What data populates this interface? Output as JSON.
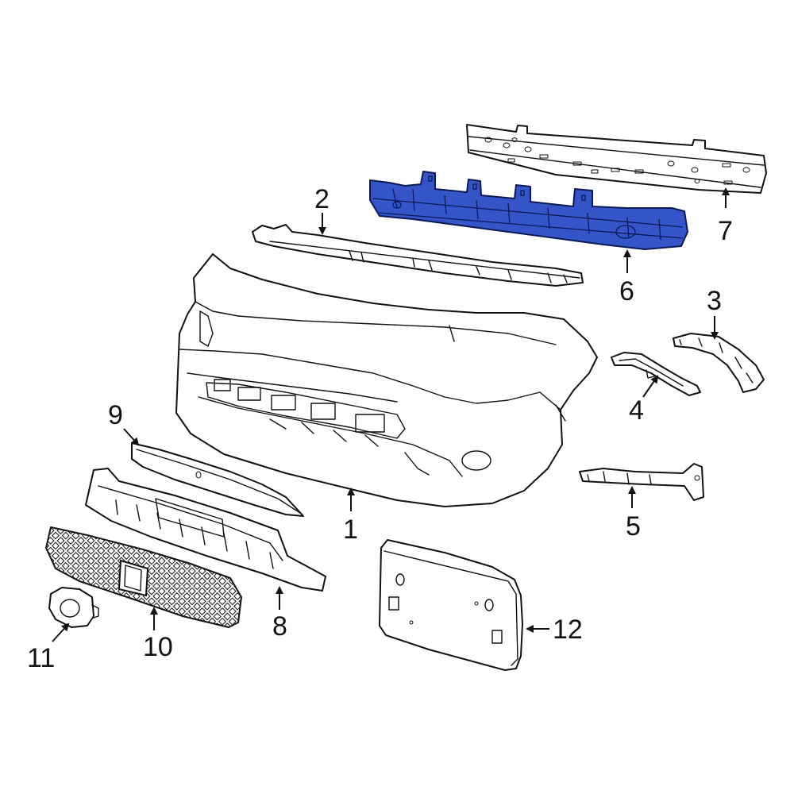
{
  "diagram": {
    "highlight_color": "#3454c8",
    "highlighted_part": "6",
    "callouts": [
      "1",
      "2",
      "3",
      "4",
      "5",
      "6",
      "7",
      "8",
      "9",
      "10",
      "11",
      "12"
    ]
  }
}
